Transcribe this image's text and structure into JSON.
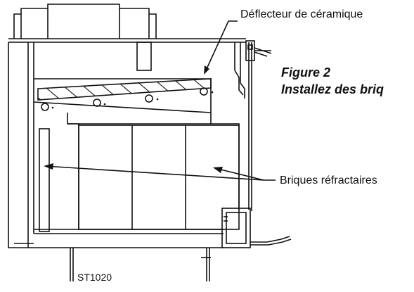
{
  "figure": {
    "number": "Figure 2",
    "caption": "Installez des briq"
  },
  "labels": {
    "ceramic_baffle": "Déflecteur de céramique",
    "fire_bricks": "Briques réfractaires",
    "part_code": "ST1020"
  },
  "colors": {
    "line": "#111111",
    "background": "#ffffff"
  }
}
